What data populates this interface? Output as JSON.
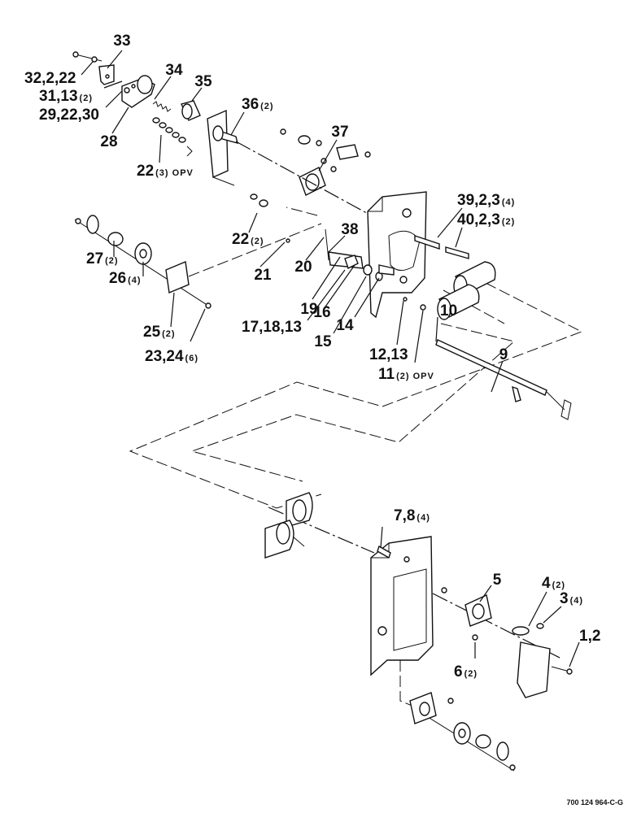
{
  "document_number": "700 124 964-C-G",
  "callouts": [
    {
      "id": "c33",
      "label": "33",
      "qty": ""
    },
    {
      "id": "c32",
      "label": "32,2,22",
      "qty": ""
    },
    {
      "id": "c31",
      "label": "31,13",
      "qty": "(2)"
    },
    {
      "id": "c29",
      "label": "29,22,30",
      "qty": ""
    },
    {
      "id": "c28",
      "label": "28",
      "qty": ""
    },
    {
      "id": "c34",
      "label": "34",
      "qty": ""
    },
    {
      "id": "c35",
      "label": "35",
      "qty": ""
    },
    {
      "id": "c36",
      "label": "36",
      "qty": "(2)"
    },
    {
      "id": "c22a",
      "label": "22",
      "qty": "(3) OPV"
    },
    {
      "id": "c37",
      "label": "37",
      "qty": ""
    },
    {
      "id": "c39",
      "label": "39,2,3",
      "qty": "(4)"
    },
    {
      "id": "c40",
      "label": "40,2,3",
      "qty": "(2)"
    },
    {
      "id": "c22b",
      "label": "22",
      "qty": "(2)"
    },
    {
      "id": "c38",
      "label": "38",
      "qty": ""
    },
    {
      "id": "c21",
      "label": "21",
      "qty": ""
    },
    {
      "id": "c20",
      "label": "20",
      "qty": ""
    },
    {
      "id": "c27",
      "label": "27",
      "qty": "(2)"
    },
    {
      "id": "c26",
      "label": "26",
      "qty": "(4)"
    },
    {
      "id": "c19",
      "label": "19",
      "qty": ""
    },
    {
      "id": "c16",
      "label": "16",
      "qty": ""
    },
    {
      "id": "c17",
      "label": "17,18,13",
      "qty": ""
    },
    {
      "id": "c15",
      "label": "15",
      "qty": ""
    },
    {
      "id": "c14",
      "label": "14",
      "qty": ""
    },
    {
      "id": "c10",
      "label": "10",
      "qty": ""
    },
    {
      "id": "c25",
      "label": "25",
      "qty": "(2)"
    },
    {
      "id": "c23",
      "label": "23,24",
      "qty": "(6)"
    },
    {
      "id": "c12",
      "label": "12,13",
      "qty": ""
    },
    {
      "id": "c11",
      "label": "11",
      "qty": "(2) OPV"
    },
    {
      "id": "c9",
      "label": "9",
      "qty": ""
    },
    {
      "id": "c7",
      "label": "7,8",
      "qty": "(4)"
    },
    {
      "id": "c5",
      "label": "5",
      "qty": ""
    },
    {
      "id": "c4",
      "label": "4",
      "qty": "(2)"
    },
    {
      "id": "c3",
      "label": "3",
      "qty": "(4)"
    },
    {
      "id": "c1",
      "label": "1,2",
      "qty": ""
    },
    {
      "id": "c6",
      "label": "6",
      "qty": "(2)"
    }
  ]
}
